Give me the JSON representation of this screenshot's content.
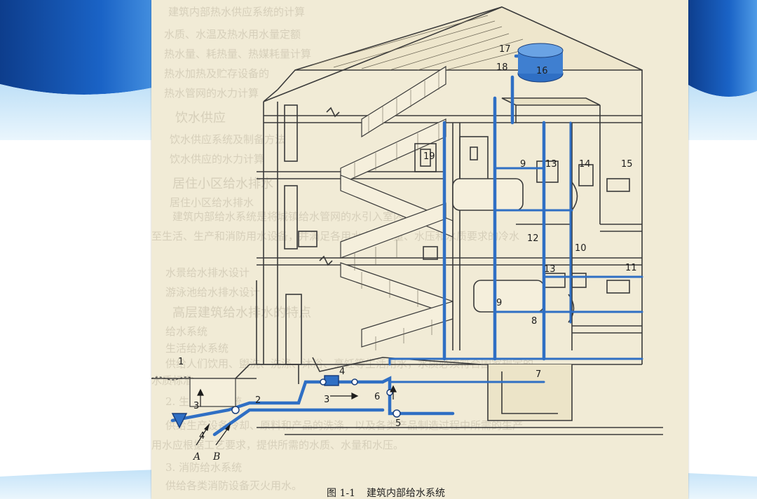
{
  "figure": {
    "label": "图 1-1",
    "title": "建筑内部给水系统"
  },
  "callouts": {
    "n1": "1",
    "n2": "2",
    "n3a": "3",
    "n3b": "3",
    "n4a": "4",
    "n4b": "4",
    "n5": "5",
    "n6": "6",
    "n7": "7",
    "n8": "8",
    "n9a": "9",
    "n9b": "9",
    "n10": "10",
    "n11": "11",
    "n12": "12",
    "n13a": "13",
    "n13b": "13",
    "n14": "14",
    "n15": "15",
    "n16": "16",
    "n17": "17",
    "n18": "18",
    "n19": "19",
    "A": "A",
    "B": "B"
  },
  "background_text": {
    "l1": "建筑内部热水供应系统的计算",
    "l2": "水质、水温及热水用水量定额",
    "l3": "热水量、耗热量、热媒耗量计算",
    "l4": "热水加热及贮存设备的",
    "l5": "热水管网的水力计算",
    "l6": "饮水供应",
    "l7": "饮水供应系统及制备方法",
    "l8": "饮水供应的水力计算",
    "l9": "居住小区给水排水",
    "l10": "居住小区给水排水",
    "l11": "建筑内部给水系统是将城镇给水管网的水引入室内",
    "l12": "至生活、生产和消防用水设备，并满足各用水点对水量、水压和水质要求的冷水",
    "l13": "水景给水排水设计",
    "l14": "游泳池给水排水设计",
    "l15": "高层建筑给水排水的特点",
    "l16": "给水系统",
    "l17": "生活给水系统",
    "l18": "供给人们饮用、盥洗、洗涤、沐浴、烹饪等生活用水，水质必须符合国家规定的",
    "l19": "水质标准。",
    "l20": "2. 生产给水系统",
    "l21": "供给生产设备冷却、原料和产品的洗涤，以及各类产品制造过程中所需的生产",
    "l22": "用水应根据工艺要求，提供所需的水质、水量和水压。",
    "l23": "3. 消防给水系统",
    "l24": "供给各类消防设备灭火用水。"
  },
  "colors": {
    "pipe_blue": "#2f6fc4",
    "tank_blue": "#3f7fd0",
    "ink": "#3a3a3a",
    "paper": "#f1ebd6"
  }
}
